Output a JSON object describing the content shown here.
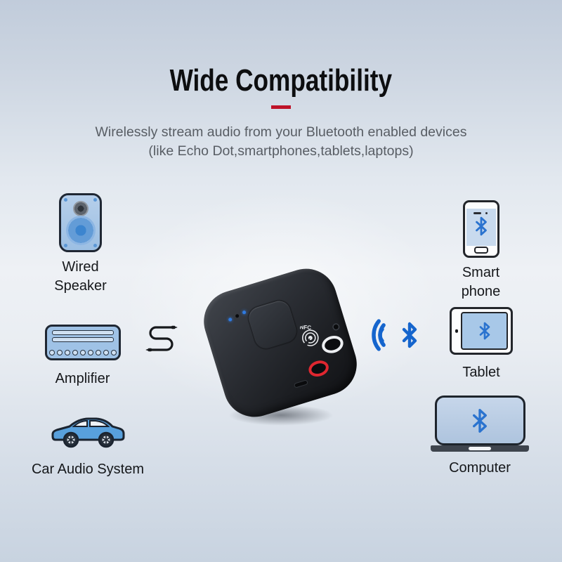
{
  "header": {
    "title": "Wide Compatibility",
    "subtitle_line1": "Wirelessly stream audio from your Bluetooth enabled devices",
    "subtitle_line2": "(like Echo Dot,smartphones,tablets,laptops)"
  },
  "left_devices": [
    {
      "name": "wired-speaker",
      "label_line1": "Wired",
      "label_line2": "Speaker"
    },
    {
      "name": "amplifier",
      "label_line1": "Amplifier"
    },
    {
      "name": "car-audio-system",
      "label_line1": "Car Audio System"
    }
  ],
  "right_devices": [
    {
      "name": "smart-phone",
      "label_line1": "Smart",
      "label_line2": "phone"
    },
    {
      "name": "tablet",
      "label_line1": "Tablet"
    },
    {
      "name": "computer",
      "label_line1": "Computer"
    }
  ],
  "receiver": {
    "nfc_label": "NFC"
  },
  "colors": {
    "accent_red": "#be1228",
    "bluetooth_blue": "#2a73cf",
    "wave_blue": "#1565cd",
    "icon_fill": "#a9c6e6",
    "port_red": "#e02730"
  }
}
